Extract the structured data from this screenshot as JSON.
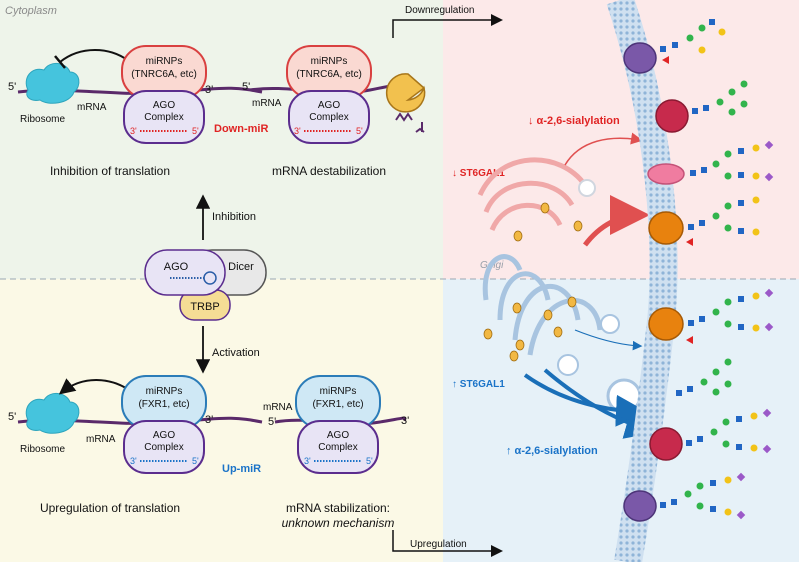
{
  "labels": {
    "cytoplasm": "Cytoplasm",
    "golgi": "Golgi",
    "downregulation": "Downregulation",
    "upregulation": "Upregulation",
    "inhibition": "Inhibition",
    "activation": "Activation",
    "down_mir": "Down-miR",
    "up_mir": "Up-miR",
    "st6gal1_down": "↓ ST6GAL1",
    "st6gal1_up": "↑ ST6GAL1",
    "sialylation_down": "↓ α-2,6-sialylation",
    "sialylation_up": "↑ α-2,6-sialylation"
  },
  "top_left": {
    "mirnps_line1": "miRNPs",
    "mirnps_line2": "(TNRC6A, etc)",
    "ago_line1": "AGO",
    "ago_line2": "Complex",
    "five_prime": "5'",
    "three_prime": "3'",
    "mrna": "mRNA",
    "ribosome": "Ribosome",
    "caption": "Inhibition of translation"
  },
  "top_right": {
    "mirnps_line1": "miRNPs",
    "mirnps_line2": "(TNRC6A, etc)",
    "ago_line1": "AGO",
    "ago_line2": "Complex",
    "five_prime": "5'",
    "three_prime": "3'",
    "mrna": "mRNA",
    "caption": "mRNA destabilization"
  },
  "center": {
    "ago": "AGO",
    "dicer": "Dicer",
    "trbp": "TRBP"
  },
  "bottom_left": {
    "mirnps_line1": "miRNPs",
    "mirnps_line2": "(FXR1, etc)",
    "ago_line1": "AGO",
    "ago_line2": "Complex",
    "five_prime": "5'",
    "three_prime": "3'",
    "mrna": "mRNA",
    "ribosome": "Ribosome",
    "caption": "Upregulation of translation"
  },
  "bottom_right": {
    "mirnps_line1": "miRNPs",
    "mirnps_line2": "(FXR1, etc)",
    "ago_line1": "AGO",
    "ago_line2": "Complex",
    "five_prime": "5'",
    "three_prime": "3'",
    "mrna": "mRNA",
    "caption_line1": "mRNA stabilization:",
    "caption_line2": "unknown mechanism"
  },
  "colors": {
    "cyto_top_bg": "#eef4ea",
    "cyto_bottom_bg": "#fbf9e6",
    "right_top_bg": "#fce9e9",
    "right_bottom_bg": "#e6f1f8",
    "down_red": "#e02424",
    "up_blue": "#1a73c8",
    "mirnps_red_fill": "#fad9d2",
    "mirnps_red_stroke": "#d94040",
    "mirnps_blue_fill": "#cfe8f5",
    "mirnps_blue_stroke": "#2b7cb8",
    "ago_fill": "#e8e4f5",
    "ago_stroke": "#5b2d8e",
    "mrna_color": "#5a2a6a",
    "ribosome": "#45c4dd"
  }
}
